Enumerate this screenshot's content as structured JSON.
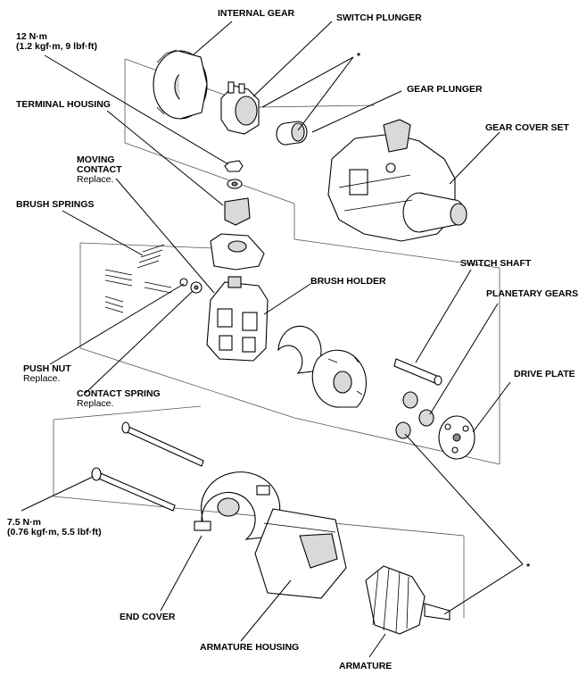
{
  "labels": {
    "internal_gear": "INTERNAL GEAR",
    "switch_plunger": "SWITCH PLUNGER",
    "asterisk_top": "*",
    "gear_plunger": "GEAR PLUNGER",
    "gear_cover_set": "GEAR COVER SET",
    "torque_12": "12 N·m",
    "torque_12_sub": "(1.2 kgf·m, 9 lbf·ft)",
    "terminal_housing": "TERMINAL HOUSING",
    "moving_contact_1": "MOVING",
    "moving_contact_2": "CONTACT",
    "moving_contact_note": "Replace.",
    "brush_springs": "BRUSH SPRINGS",
    "brush_holder": "BRUSH HOLDER",
    "switch_shaft": "SWITCH SHAFT",
    "planetary_gears": "PLANETARY GEARS",
    "push_nut": "PUSH NUT",
    "push_nut_note": "Replace.",
    "drive_plate": "DRIVE PLATE",
    "contact_spring": "CONTACT SPRING",
    "contact_spring_note": "Replace.",
    "torque_75": "7.5 N·m",
    "torque_75_sub": "(0.76 kgf·m, 5.5 lbf·ft)",
    "asterisk_bottom": "*",
    "end_cover": "END COVER",
    "armature_housing": "ARMATURE HOUSING",
    "armature": "ARMATURE"
  }
}
